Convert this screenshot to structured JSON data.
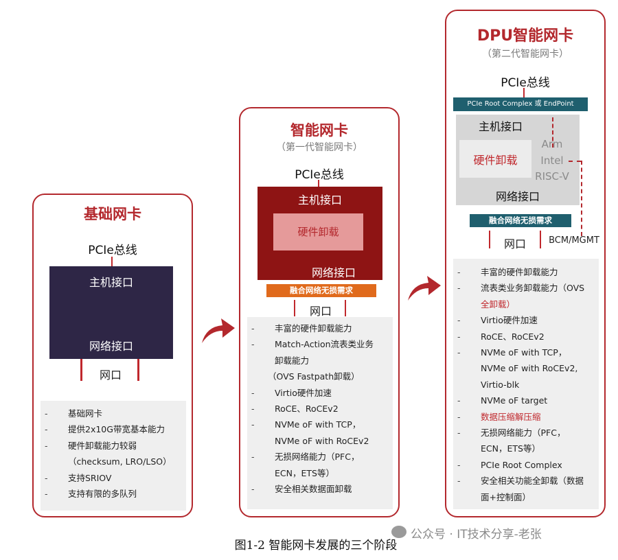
{
  "card1": {
    "title": "基础网卡",
    "pcie": "PCIe总线",
    "host": "主机接口",
    "net": "网络接口",
    "port": "网口",
    "features": [
      "基础网卡",
      "提供2x10G带宽基本能力",
      "硬件卸载能力较弱",
      "（checksum, LRO/LSO）",
      "支持SRIOV",
      "支持有限的多队列"
    ]
  },
  "card2": {
    "title": "智能网卡",
    "subtitle": "（第一代智能网卡）",
    "pcie": "PCIe总线",
    "host": "主机接口",
    "hw": "硬件卸载",
    "net": "网络接口",
    "fusion": "融合网络无损需求",
    "port": "网口",
    "features": [
      "丰富的硬件卸载能力",
      "Match-Action流表类业务",
      "卸载能力",
      "（OVS Fastpath卸载）",
      "Virtio硬件加速",
      "RoCE、RoCEv2",
      "NVMe oF with TCP，",
      "NVMe oF with RoCEv2",
      "无损网络能力（PFC，",
      "ECN，ETS等）",
      "安全相关数据面卸载"
    ]
  },
  "card3": {
    "title": "DPU智能网卡",
    "subtitle": "（第二代智能网卡）",
    "pcie": "PCIe总线",
    "root_bar": "PCIe Root Complex 或 EndPoint",
    "host": "主机接口",
    "hw": "硬件卸载",
    "cpu_arm": "Arm",
    "cpu_intel": "Intel",
    "cpu_riscv": "RISC-V",
    "net": "网络接口",
    "fusion": "融合网络无损需求",
    "port": "网口",
    "mgmt": "BCM/MGMT",
    "features": [
      "丰富的硬件卸载能力",
      "流表类业务卸载能力（OVS",
      "全卸载）",
      "Virtio硬件加速",
      "RoCE、RoCEv2",
      "NVMe oF with TCP，",
      "NVMe oF with RoCEv2,",
      "Virtio-blk",
      "NVMe oF target",
      "数据压缩解压缩",
      "无损网络能力（PFC，",
      "ECN，ETS等）",
      "PCIe Root Complex",
      "安全相关功能全卸载（数据",
      "面+控制面）"
    ]
  },
  "caption": "图1-2  智能网卡发展的三个阶段",
  "watermark": "公众号 · IT技术分享-老张",
  "colors": {
    "accent": "#b3282d",
    "navy": "#2e2646",
    "darkred": "#8e1414",
    "teal": "#1f5f6e",
    "orange": "#e06a1c"
  }
}
